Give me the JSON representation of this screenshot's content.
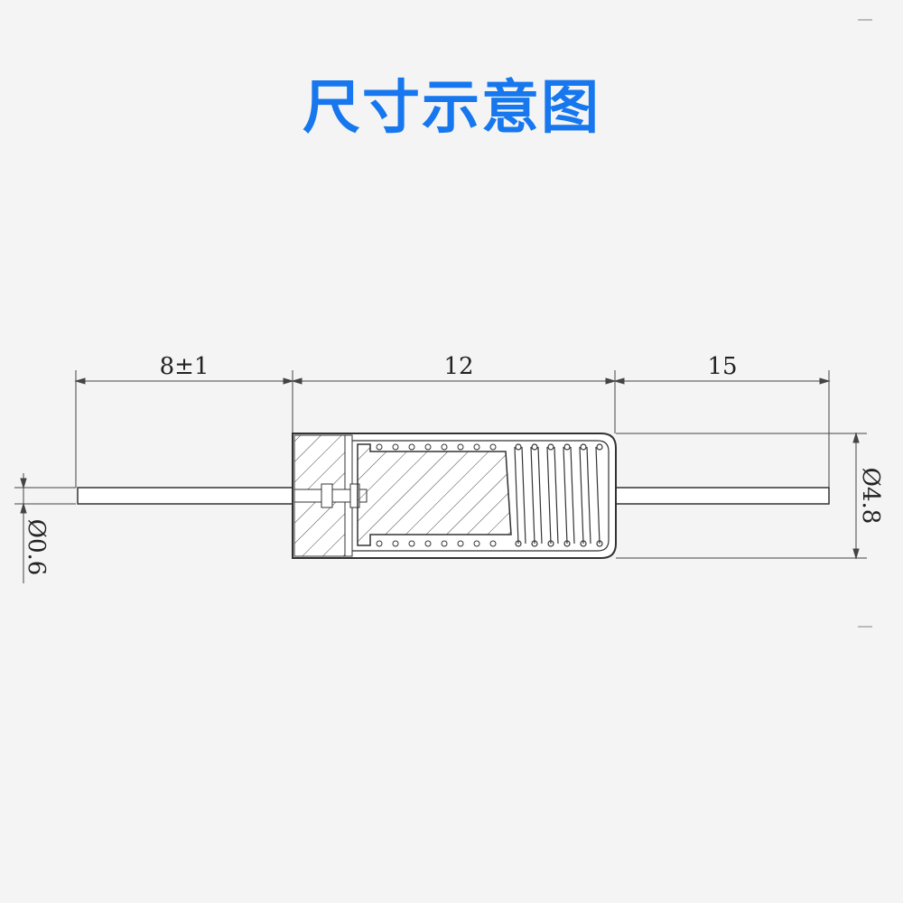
{
  "title": "尺寸示意图",
  "dimensions": {
    "lead_left_length": "8±1",
    "body_length": "12",
    "lead_right_length": "15",
    "body_diameter": "Ø4.8",
    "lead_diameter": "Ø0.6"
  },
  "colors": {
    "title": "#1677ee",
    "line": "#333333",
    "background": "#f4f4f4"
  }
}
